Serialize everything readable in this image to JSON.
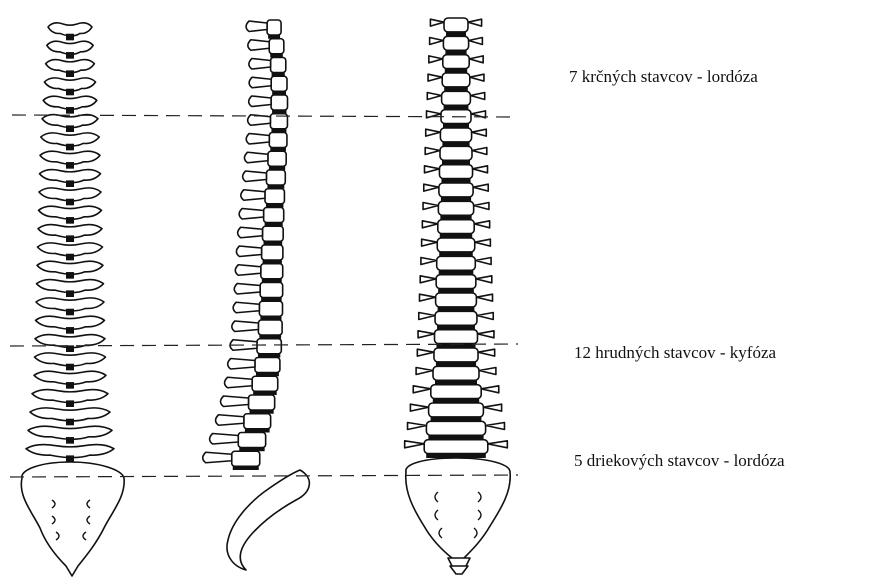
{
  "regions": [
    {
      "label": "7 krčných stavcov - lordóza"
    },
    {
      "label": "12 hrudných stavcov - kyfóza"
    },
    {
      "label": "5 driekových stavcov - lordóza"
    }
  ]
}
